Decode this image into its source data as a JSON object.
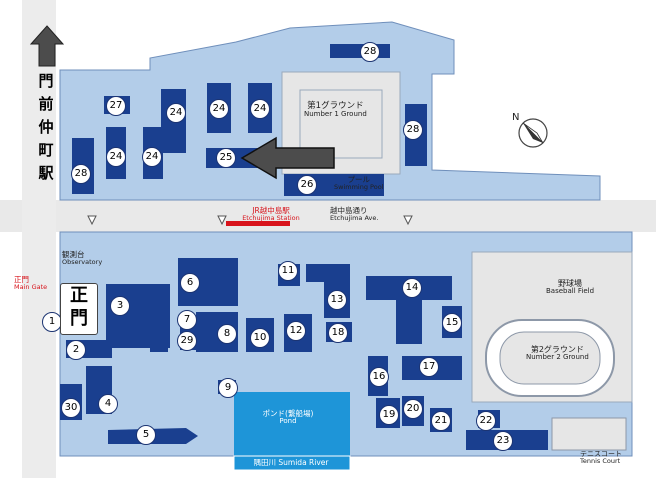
{
  "labels": {
    "kanji_station": [
      "門",
      "前",
      "仲",
      "町",
      "駅"
    ],
    "ground1_ja": "第1グラウンド",
    "ground1_en": "Number 1 Ground",
    "pool_ja": "プール",
    "pool_en": "Swimming Pool",
    "jr_station_ja": "JR越中島駅",
    "jr_station_en": "Etchujima Station",
    "avenue_ja": "越中島通り",
    "avenue_en": "Etchujima Ave.",
    "observatory_ja": "観測台",
    "observatory_en": "Observatory",
    "main_gate_ja": "正門",
    "main_gate_en": "Main Gate",
    "gate_sign": [
      "正",
      "門"
    ],
    "baseball_ja": "野球場",
    "baseball_en": "Baseball Field",
    "ground2_ja": "第2グラウンド",
    "ground2_en": "Number 2 Ground",
    "pond_ja": "ポンド(繋船場)",
    "pond_en": "Pond",
    "tennis_ja": "テニスコート",
    "tennis_en": "Tennis Court",
    "river": "隅田川 Sumida River"
  },
  "buildings": [
    {
      "id": "1",
      "label": "1"
    },
    {
      "id": "2",
      "label": "2"
    },
    {
      "id": "3",
      "label": "3"
    },
    {
      "id": "4",
      "label": "4"
    },
    {
      "id": "5",
      "label": "5"
    },
    {
      "id": "6",
      "label": "6"
    },
    {
      "id": "7",
      "label": "7"
    },
    {
      "id": "8",
      "label": "8"
    },
    {
      "id": "9",
      "label": "9"
    },
    {
      "id": "10",
      "label": "10"
    },
    {
      "id": "11",
      "label": "11"
    },
    {
      "id": "12",
      "label": "12"
    },
    {
      "id": "13",
      "label": "13"
    },
    {
      "id": "14",
      "label": "14"
    },
    {
      "id": "15",
      "label": "15"
    },
    {
      "id": "16",
      "label": "16"
    },
    {
      "id": "17",
      "label": "17"
    },
    {
      "id": "18",
      "label": "18"
    },
    {
      "id": "19",
      "label": "19"
    },
    {
      "id": "20",
      "label": "20"
    },
    {
      "id": "21",
      "label": "21"
    },
    {
      "id": "22",
      "label": "22"
    },
    {
      "id": "23",
      "label": "23"
    },
    {
      "id": "24a",
      "label": "24"
    },
    {
      "id": "24b",
      "label": "24"
    },
    {
      "id": "24c",
      "label": "24"
    },
    {
      "id": "24d",
      "label": "24"
    },
    {
      "id": "24e",
      "label": "24"
    },
    {
      "id": "25",
      "label": "25"
    },
    {
      "id": "26",
      "label": "26"
    },
    {
      "id": "27",
      "label": "27"
    },
    {
      "id": "28a",
      "label": "28"
    },
    {
      "id": "28b",
      "label": "28"
    },
    {
      "id": "28c",
      "label": "28"
    },
    {
      "id": "29",
      "label": "29"
    },
    {
      "id": "30",
      "label": "30"
    }
  ],
  "colors": {
    "campus": "#b3cde9",
    "road": "#e9e9e9",
    "building": "#1a3f8f",
    "ground": "#e6e6e6",
    "water": "#1e95d8",
    "arrow_fill": "#4c4c4c",
    "station": "#d8141c"
  },
  "icons": [
    "north-arrow-icon",
    "direction-arrow-icon",
    "route-arrow-icon"
  ]
}
